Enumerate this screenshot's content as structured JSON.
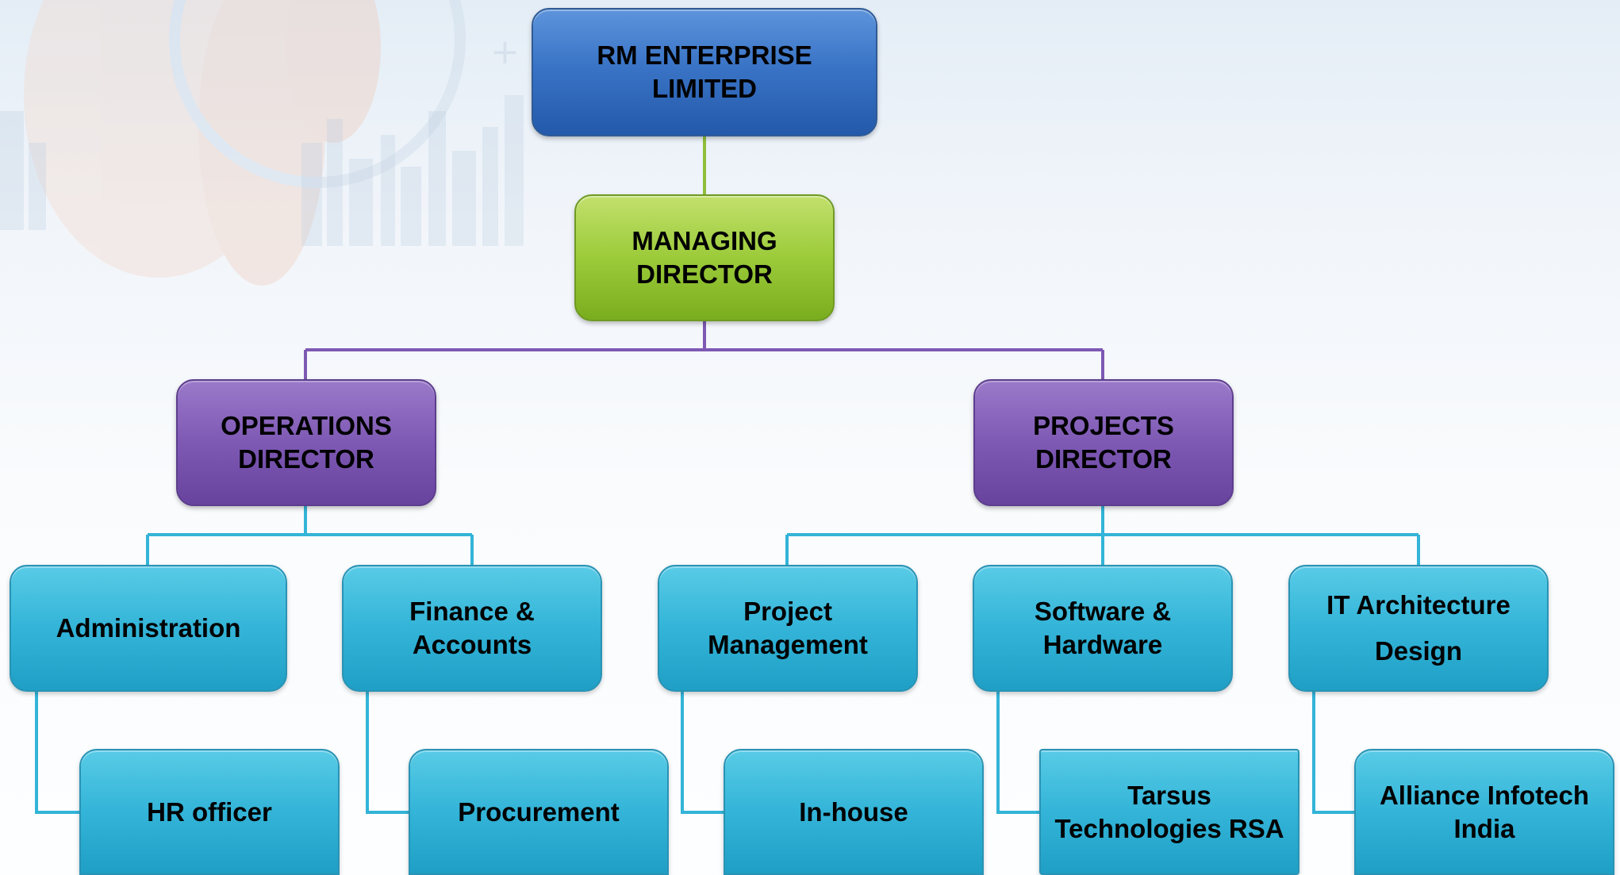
{
  "chart": {
    "root": "RM ENTERPRISE LIMITED",
    "managing_director": "MANAGING\nDIRECTOR",
    "operations_director": "OPERATIONS\nDIRECTOR",
    "projects_director": "PROJECTS\nDIRECTOR",
    "departments": {
      "administration": "Administration",
      "finance": "Finance &\nAccounts",
      "project_management": "Project\nManagement",
      "software_hardware": "Software &\nHardware",
      "it_architecture": "IT Architecture\nDesign"
    },
    "sub_units": {
      "hr_officer": "HR officer",
      "procurement": "Procurement",
      "in_house": "In-house",
      "tarsus": "Tarsus\nTechnologies RSA",
      "alliance": "Alliance Infotech\nIndia"
    }
  },
  "colors": {
    "root": "#3a74c6",
    "managing_director": "#9ccb3a",
    "directors": "#7e59b4",
    "departments": "#33b4d8",
    "connector_green": "#8fbf3a",
    "connector_purple": "#7e59b4",
    "connector_cyan": "#33b4d8"
  }
}
